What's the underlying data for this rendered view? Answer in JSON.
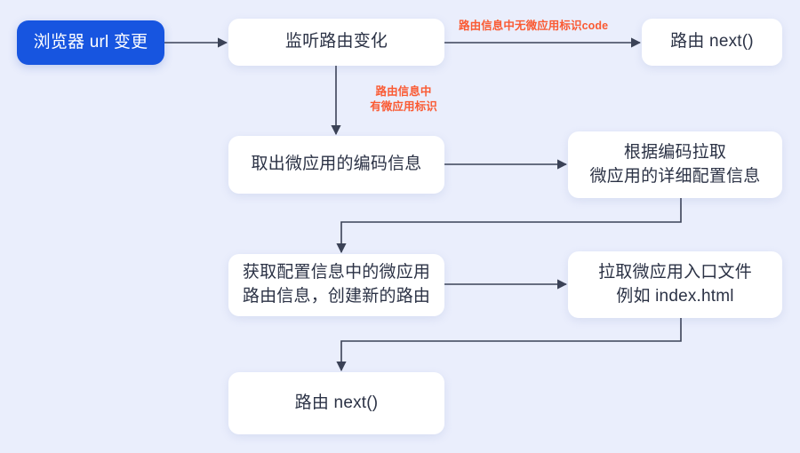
{
  "diagram": {
    "title": "micro-frontend route handling flow",
    "background_color": "#eaeefc",
    "accent_color": "#1755e0",
    "edge_label_color": "#fa5a33",
    "nodes": {
      "browser_url_change": "浏览器 url 变更",
      "listen_route_change": "监听路由变化",
      "route_next_top": "路由 next()",
      "extract_code": "取出微应用的编码信息",
      "fetch_config": "根据编码拉取\n微应用的详细配置信息",
      "create_route": "获取配置信息中的微应用\n路由信息，创建新的路由",
      "fetch_entry": "拉取微应用入口文件\n例如 index.html",
      "route_next_bottom": "路由 next()"
    },
    "edge_labels": {
      "no_micro_app_code": "路由信息中无微应用标识code",
      "has_micro_app_flag": "路由信息中\n有微应用标识"
    }
  }
}
